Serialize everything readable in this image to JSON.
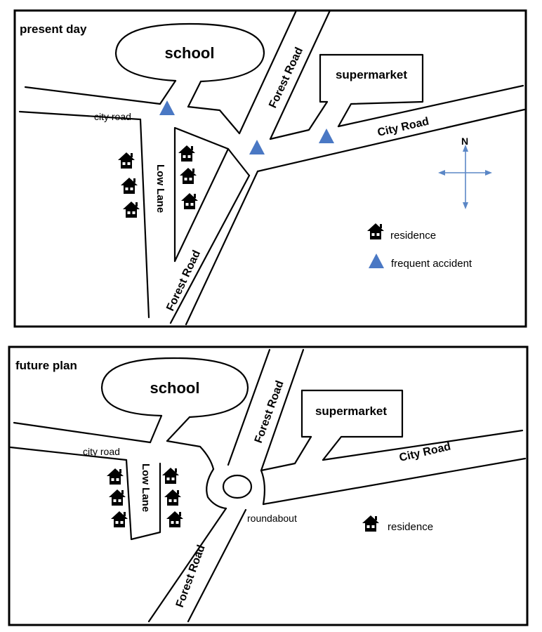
{
  "present": {
    "title": "present day",
    "school": "school",
    "supermarket": "supermarket",
    "forest_road_north": "Forest Road",
    "forest_road_south": "Forest Road",
    "city_road_east": "City Road",
    "city_road_west": "city road",
    "low_lane": "Low Lane",
    "compass_north": "N",
    "legend": {
      "residence": "residence",
      "frequent_accident": "frequent accident"
    }
  },
  "future": {
    "title": "future plan",
    "school": "school",
    "supermarket": "supermarket",
    "forest_road_north": "Forest Road",
    "forest_road_south": "Forest Road",
    "city_road_east": "City Road",
    "city_road_west": "city road",
    "low_lane": "Low Lane",
    "roundabout": "roundabout",
    "legend": {
      "residence": "residence"
    }
  },
  "colors": {
    "accident_marker": "#4a78c4",
    "compass": "#5b87c6",
    "line": "#000000"
  },
  "icons": {
    "residence": "house-icon",
    "accident": "triangle-icon"
  }
}
